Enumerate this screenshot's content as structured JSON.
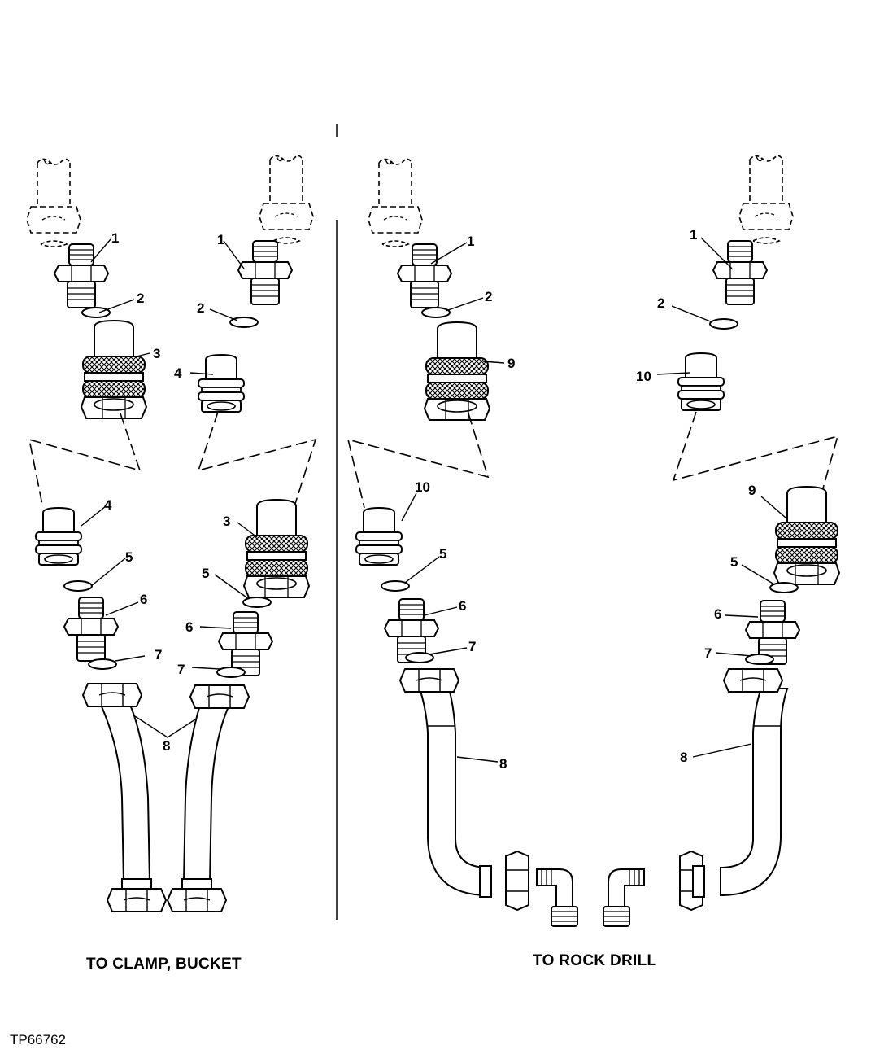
{
  "figure_id": "TP66762",
  "captions": {
    "left": "TO CLAMP, BUCKET",
    "right": "TO ROCK DRILL"
  },
  "callouts": {
    "c1": "1",
    "c2": "2",
    "c3": "3",
    "c4": "4",
    "c5": "5",
    "c6": "6",
    "c7": "7",
    "c8": "8",
    "c9": "9",
    "c10": "10"
  },
  "colors": {
    "ink": "#000000",
    "paper": "#ffffff"
  }
}
